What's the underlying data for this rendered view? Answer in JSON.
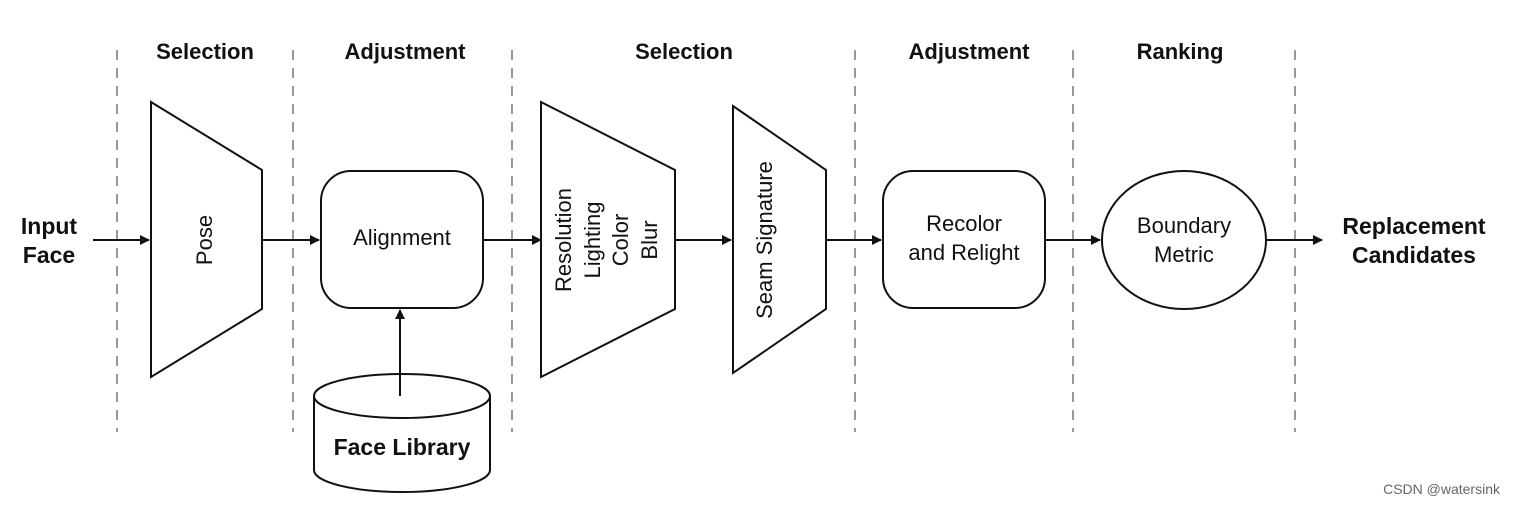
{
  "stages": [
    "Selection",
    "Adjustment",
    "Selection",
    "Adjustment",
    "Ranking"
  ],
  "input": {
    "line1": "Input",
    "line2": "Face"
  },
  "output": {
    "line1": "Replacement",
    "line2": "Candidates"
  },
  "nodes": {
    "pose": "Pose",
    "alignment": "Alignment",
    "face_library": "Face Library",
    "filters": [
      "Resolution",
      "Lighting",
      "Color",
      "Blur"
    ],
    "seam_signature": "Seam Signature",
    "recolor": {
      "line1": "Recolor",
      "line2": "and Relight"
    },
    "boundary": {
      "line1": "Boundary",
      "line2": "Metric"
    }
  },
  "watermark": "CSDN @watersink"
}
